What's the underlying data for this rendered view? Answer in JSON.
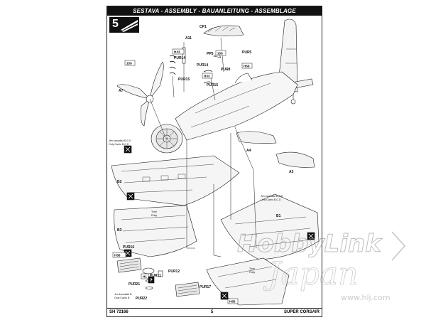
{
  "header": {
    "title": "SESTAVA - ASSEMBLY - BAUANLEITUNG - ASSEMBLAGE",
    "step_number": "5"
  },
  "parts": {
    "cp1": "CP1",
    "a11": "A11",
    "pp5": "PP5",
    "p159a": "159",
    "pur5": "PUR5",
    "pur8": "PUR8",
    "h33a": "H33",
    "pur14a": "PUR14",
    "pur15a": "PUR15",
    "h58a": "H58",
    "p159b": "159",
    "a7": "A7",
    "pur14b": "PUR14",
    "h33b": "H33",
    "pur15b": "PUR15",
    "a4": "A4",
    "a3": "A3",
    "b2": "B2",
    "b1": "B1",
    "b3": "B3",
    "pur16": "PUR16",
    "h58b": "H58",
    "pur11": "PUR11",
    "pur12": "PUR12",
    "h1": "H1",
    "pur21": "PUR21",
    "pur22": "PUR22",
    "pur17": "PUR17",
    "h58c": "H58"
  },
  "notes": {
    "variant_left_1": "Jen kamuflaž B,C,D",
    "variant_left_2": "Only Camo B,C,D",
    "variant_right_1": "Jen kamuflaž B,C,D",
    "variant_right_2": "Only Camo B,C,D",
    "variant_bottom_1": "Jen kamuflaž B",
    "variant_bottom_2": "Only Camo B",
    "tmel_left_1": "Tmel",
    "tmel_left_2": "Putty",
    "tmel_right_1": "Tmel",
    "tmel_right_2": "Putty"
  },
  "footer": {
    "code": "SH 72166",
    "page": "5",
    "name": "SUPER CORSAIR"
  },
  "watermark": {
    "brand": "HobbyLink",
    "country": "Japan",
    "url": "www.hlj.com"
  }
}
